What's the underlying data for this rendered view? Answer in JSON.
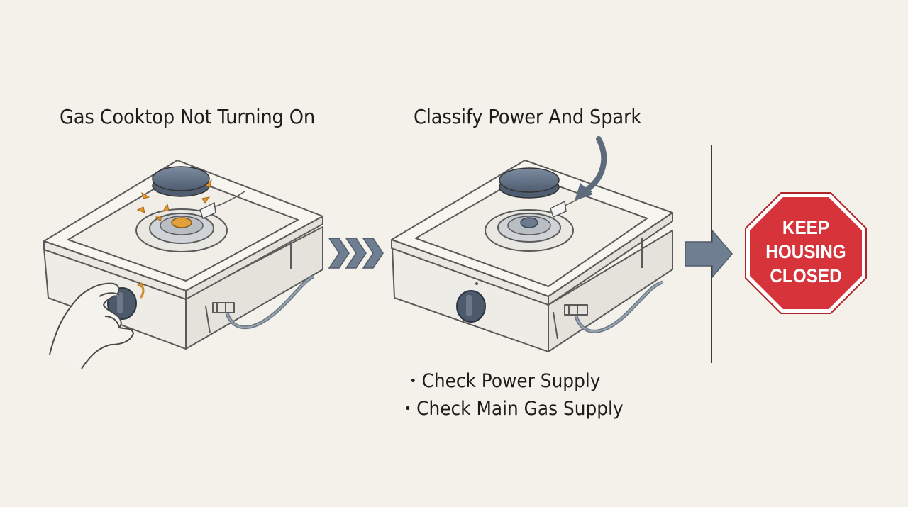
{
  "steps": [
    {
      "title": "Gas Cooktop Not Turning On"
    },
    {
      "title": "Classify Power And Spark",
      "checks": [
        "Check Power Supply",
        "Check Main Gas Supply"
      ]
    }
  ],
  "stop_sign": {
    "lines": [
      "KEEP",
      "HOUSING",
      "CLOSED"
    ],
    "color": "#d6333a"
  },
  "colors": {
    "background": "#f3f1e9",
    "arrow": "#6f7e90",
    "burner_cap": "#5f6f84",
    "flame": "#e29a2c"
  },
  "icons": [
    "cooktop-icon",
    "hand-icon",
    "spark-icon",
    "chevron-arrows-icon",
    "pointer-arrow-icon",
    "right-arrow-icon",
    "stop-sign-icon"
  ]
}
